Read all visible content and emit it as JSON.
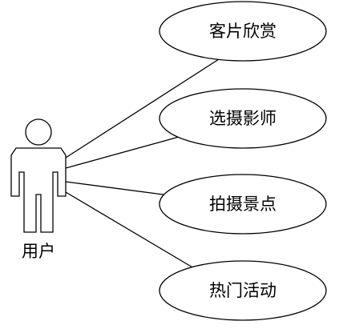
{
  "actor": {
    "label": "用户"
  },
  "use_cases": [
    {
      "label": "客片欣赏"
    },
    {
      "label": "选摄影师"
    },
    {
      "label": "拍摄景点"
    },
    {
      "label": "热门活动"
    }
  ],
  "colors": {
    "line": "#000000",
    "fill": "#ffffff"
  }
}
